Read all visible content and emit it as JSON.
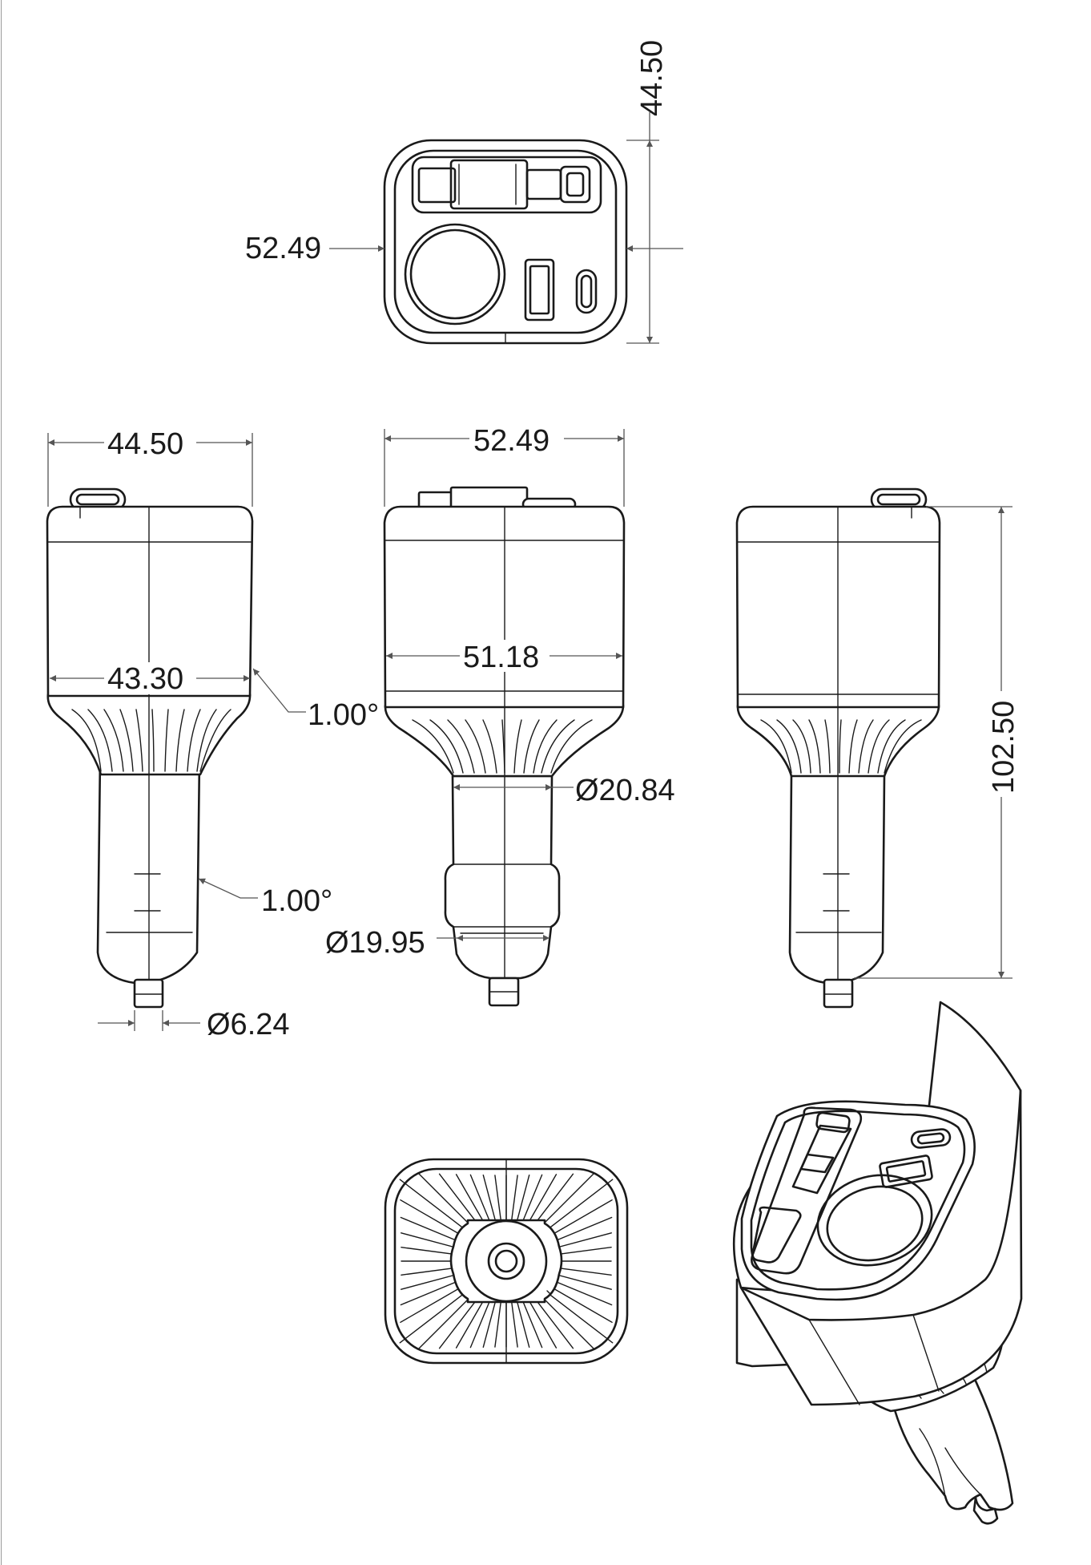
{
  "views": {
    "top": {
      "width_label": "52.49",
      "depth_label": "44.50"
    },
    "left_side": {
      "width_label": "44.50",
      "body_label": "43.30",
      "taper_label": "1.00°",
      "plug_taper_label": "1.00°",
      "tip_label": "Ø6.24"
    },
    "front": {
      "width_label": "52.49",
      "body_label": "51.18",
      "neck_label": "Ø20.84",
      "plug_label": "Ø19.95"
    },
    "right_side": {
      "height_label": "102.50"
    }
  }
}
